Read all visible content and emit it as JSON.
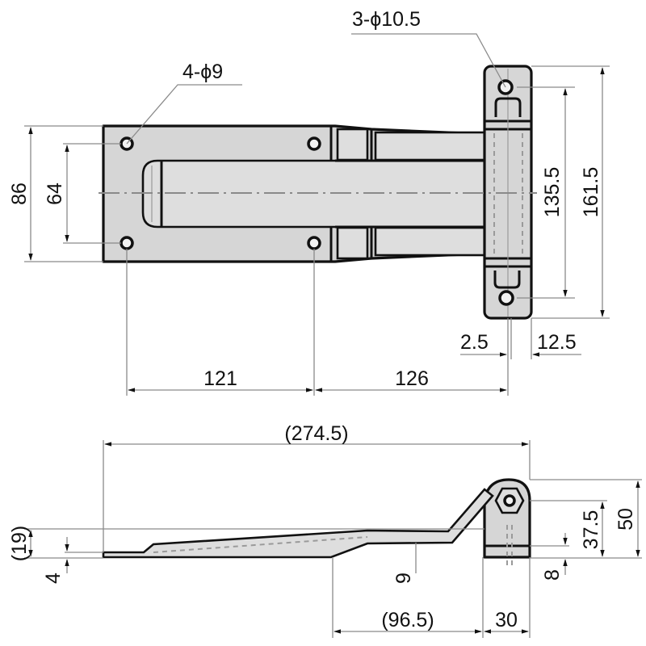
{
  "drawing": {
    "title": "Hinge dimension drawing",
    "units": "mm",
    "colors": {
      "outline": "#111111",
      "fill": "#d6d6d6",
      "dimension_line": "#8a8a8a",
      "background": "#ffffff"
    },
    "plan_view": {
      "callouts": {
        "leaf_holes": "4-ϕ9",
        "knuckle_holes": "3-ϕ10.5"
      },
      "dimensions": {
        "leaf_width": "86",
        "leaf_hole_pitch": "64",
        "knuckle_hole_pitch": "135.5",
        "knuckle_height": "161.5",
        "offset_small": "2.5",
        "knuckle_depth": "12.5",
        "hole_spacing_1": "121",
        "hole_spacing_2": "126"
      }
    },
    "side_view": {
      "dimensions": {
        "overall_length": "(274.5)",
        "overall_rise": "(19)",
        "plate_thickness": "4",
        "bend_offset": "9",
        "bent_section_length": "(96.5)",
        "knuckle_width": "30",
        "pivot_height": "37.5",
        "knuckle_total_height": "50",
        "base_thickness": "8"
      }
    }
  }
}
